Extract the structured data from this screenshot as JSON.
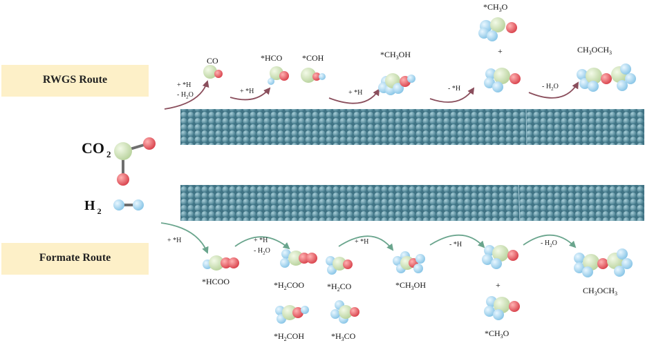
{
  "routes": {
    "rwgs": {
      "label": "RWGS Route"
    },
    "formate": {
      "label": "Formate  Route"
    }
  },
  "reactants": {
    "co2": {
      "main": "CO",
      "sub": "2"
    },
    "h2": {
      "main": "H",
      "sub": "2"
    }
  },
  "rwgs_steps": [
    {
      "line1": "+ *H",
      "line2_main": "- H",
      "line2_sub": "2",
      "line2_end": "O"
    },
    {
      "text": "+ *H"
    },
    {
      "text": "+ *H"
    },
    {
      "text": "- *H"
    },
    {
      "main": "- H",
      "sub": "2",
      "end": "O"
    }
  ],
  "rwgs_species": {
    "co": "CO",
    "hco": "*HCO",
    "coh": "*COH",
    "ch3oh": {
      "main": "*CH",
      "sub": "3",
      "end": "OH"
    },
    "ch3o_top": {
      "main": "*CH",
      "sub": "3",
      "end": "O"
    },
    "plus": "+",
    "ch3och3": {
      "a": "CH",
      "s1": "3",
      "b": "OCH",
      "s2": "3"
    }
  },
  "formate_steps": [
    {
      "text": "+ *H"
    },
    {
      "line1": "+ *H",
      "line2_main": "- H",
      "line2_sub": "2",
      "line2_end": "O"
    },
    {
      "text": "+ *H"
    },
    {
      "text": "- *H"
    },
    {
      "main": "- H",
      "sub": "2",
      "end": "O"
    }
  ],
  "formate_species": {
    "hcoo": "*HCOO",
    "h2coo": {
      "main": "*H",
      "sub": "2",
      "end": "COO"
    },
    "h2co": {
      "main": "*H",
      "sub": "2",
      "end": "CO"
    },
    "h2coh": {
      "main": "*H",
      "sub": "2",
      "end": "COH"
    },
    "h3co": {
      "main": "*H",
      "sub": "3",
      "end": "CO"
    },
    "ch3oh": {
      "main": "*CH",
      "sub": "3",
      "end": "OH"
    },
    "plus": "+",
    "ch3o_bottom": {
      "main": "*CH",
      "sub": "3",
      "end": "O"
    },
    "ch3och3": {
      "a": "CH",
      "s1": "3",
      "b": "OCH",
      "s2": "3"
    }
  },
  "colors": {
    "route_box": "#fdf0c8",
    "rwgs_arrow": "#8a4e5c",
    "formate_arrow": "#6aa58d",
    "catalyst_atom": "#4f8a9c",
    "carbon": "#cfe3b8",
    "oxygen": "#e8636a",
    "hydrogen": "#a9d8ef"
  }
}
